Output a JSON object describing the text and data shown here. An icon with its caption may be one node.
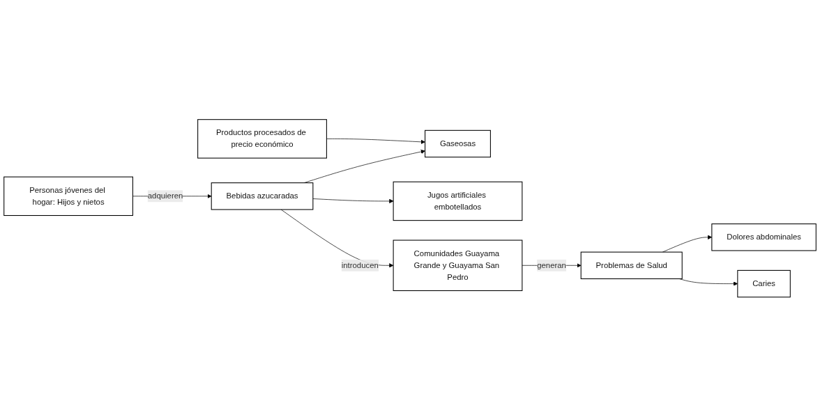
{
  "diagram": {
    "nodes": [
      {
        "text": [
          "Productos procesados de precio económico"
        ]
      },
      {
        "text": [
          "Gaseosas"
        ]
      },
      {
        "text": [
          "Personas jóvenes del hogar: Hijos y nietos"
        ]
      },
      {
        "text": [
          "Bebidas azucaradas"
        ]
      },
      {
        "text": [
          "Jugos artificiales embotellados"
        ]
      },
      {
        "text": [
          "Comunidades Guayama Grande y Guayama San Pedro"
        ]
      },
      {
        "text": [
          "Dolores abdominales"
        ]
      },
      {
        "text": [
          "Problemas de Salud"
        ]
      },
      {
        "text": [
          "Caries"
        ]
      }
    ],
    "edges": [
      {
        "from": 0,
        "to": 1,
        "arrow": "to"
      },
      {
        "from": 3,
        "to": 1,
        "arrow": "to"
      },
      {
        "from": 2,
        "to": 3,
        "label": "adquieren",
        "arrow": "to"
      },
      {
        "from": 3,
        "to": 4,
        "arrow": "to"
      },
      {
        "from": 3,
        "to": 5,
        "label": "introducen",
        "arrow": "to"
      },
      {
        "from": 5,
        "to": 7,
        "label": "generan",
        "arrow": "to"
      },
      {
        "from": 7,
        "to": 6,
        "arrow": "to"
      },
      {
        "from": 7,
        "to": 8,
        "arrow": "to"
      }
    ]
  }
}
